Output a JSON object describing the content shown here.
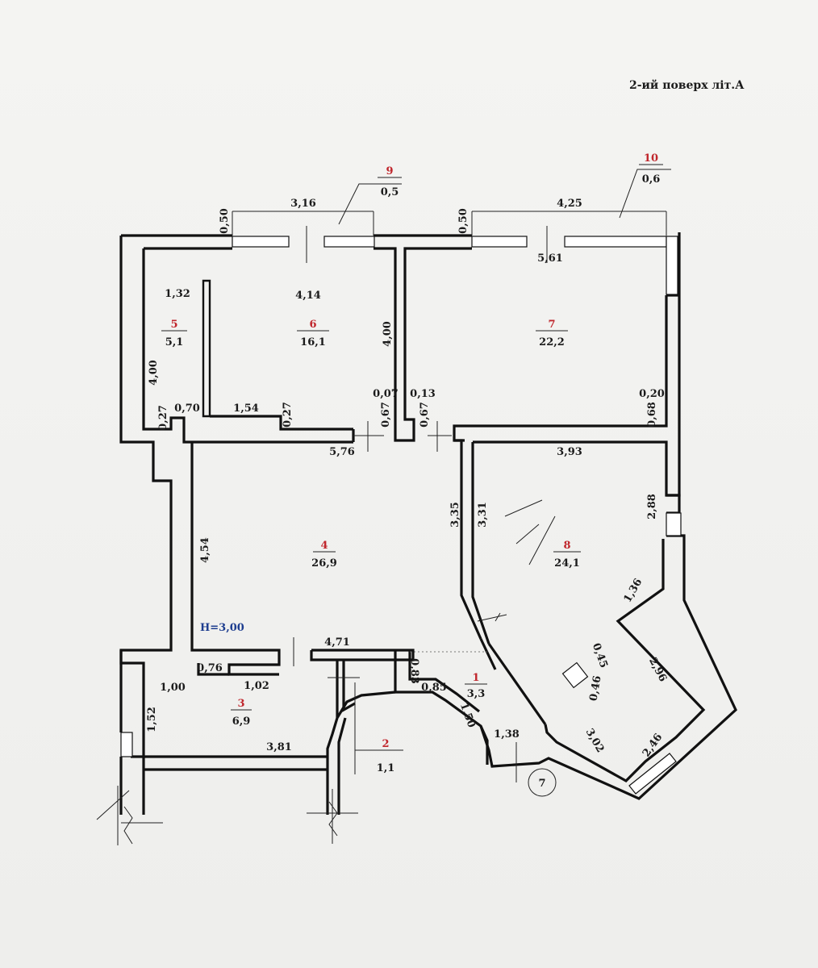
{
  "title": "2-ий поверх літ.А",
  "height_note": "H=3,00",
  "circle_label": "7",
  "rooms": [
    {
      "no": "1",
      "area": "3,3"
    },
    {
      "no": "2",
      "area": "1,1"
    },
    {
      "no": "3",
      "area": "6,9"
    },
    {
      "no": "4",
      "area": "26,9"
    },
    {
      "no": "5",
      "area": "5,1"
    },
    {
      "no": "6",
      "area": "16,1"
    },
    {
      "no": "7",
      "area": "22,2"
    },
    {
      "no": "8",
      "area": "24,1"
    },
    {
      "no": "9",
      "area": "0,5"
    },
    {
      "no": "10",
      "area": "0,6"
    }
  ],
  "dims": {
    "d1": "3,16",
    "d2": "0,50",
    "d3": "4,25",
    "d4": "0,50",
    "d5": "5,61",
    "d6": "1,32",
    "d7": "4,14",
    "d8": "4,00",
    "d9": "4,00",
    "d10": "0,27",
    "d11": "0,70",
    "d12": "1,54",
    "d13": "0,27",
    "d14": "0,07",
    "d15": "0,13",
    "d16": "0,67",
    "d17": "0,67",
    "d18": "0,20",
    "d19": "0,68",
    "d20": "5,76",
    "d21": "3,93",
    "d22": "3,35",
    "d23": "3,31",
    "d24": "2,88",
    "d25": "4,54",
    "d26": "1,36",
    "d27": "0,45",
    "d28": "0,46",
    "d29": "2,96",
    "d30": "4,71",
    "d31": "0,76",
    "d32": "1,02",
    "d33": "1,00",
    "d34": "0,83",
    "d35": "0,85",
    "d36": "1,50",
    "d37": "1,38",
    "d38": "1,52",
    "d39": "3,81",
    "d40": "3,02",
    "d41": "2,46"
  }
}
